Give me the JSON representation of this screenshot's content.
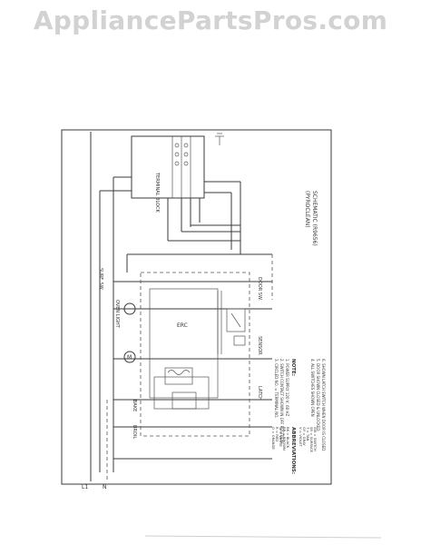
{
  "header": {
    "site_name": "AppliancePartsPros.com"
  },
  "title_block": {
    "title": "SCHEMATIC (R9656)",
    "subtitle": "(PYROCLEAN)"
  },
  "notes": {
    "heading": "NOTE:",
    "lines": [
      "1. POWER SUPPLY 120 V, 60 HZ",
      "2. SWITCH CONTACT SHOWN IN OFF POSITION",
      "3. CIRCLED NO. = TERMINAL NO.",
      "4. ALL SWITCHES SHOWN OPEN",
      "5. DOOR SHOWN CLOSED & UNLOCKED",
      "6. SHOWN LATCH SWITCH WHEN DOOR IS CLOSED"
    ]
  },
  "abbreviations": {
    "heading": "ABBREVIATIONS:",
    "lines": [
      "BK = BLACK",
      "BR = BROWN",
      "W = WHITE",
      "R = RED",
      "O = ORANGE",
      "V = VIOLET",
      "GY = GRAY",
      "T = TAN",
      "SR = SURFACE",
      "SW = SWITCH"
    ]
  },
  "component_labels": {
    "power_l1": "L1",
    "power_n": "N",
    "bake": "BAKE",
    "broil": "BROIL",
    "erc": "ERC",
    "lamp": "OVEN LIGHT",
    "latch": "LATCH",
    "door_switch": "DOOR SW.",
    "sensor": "SENSOR",
    "terminal_block": "TERMINAL BLOCK",
    "surface_switch": "SURF. SW.",
    "motor": "M"
  }
}
